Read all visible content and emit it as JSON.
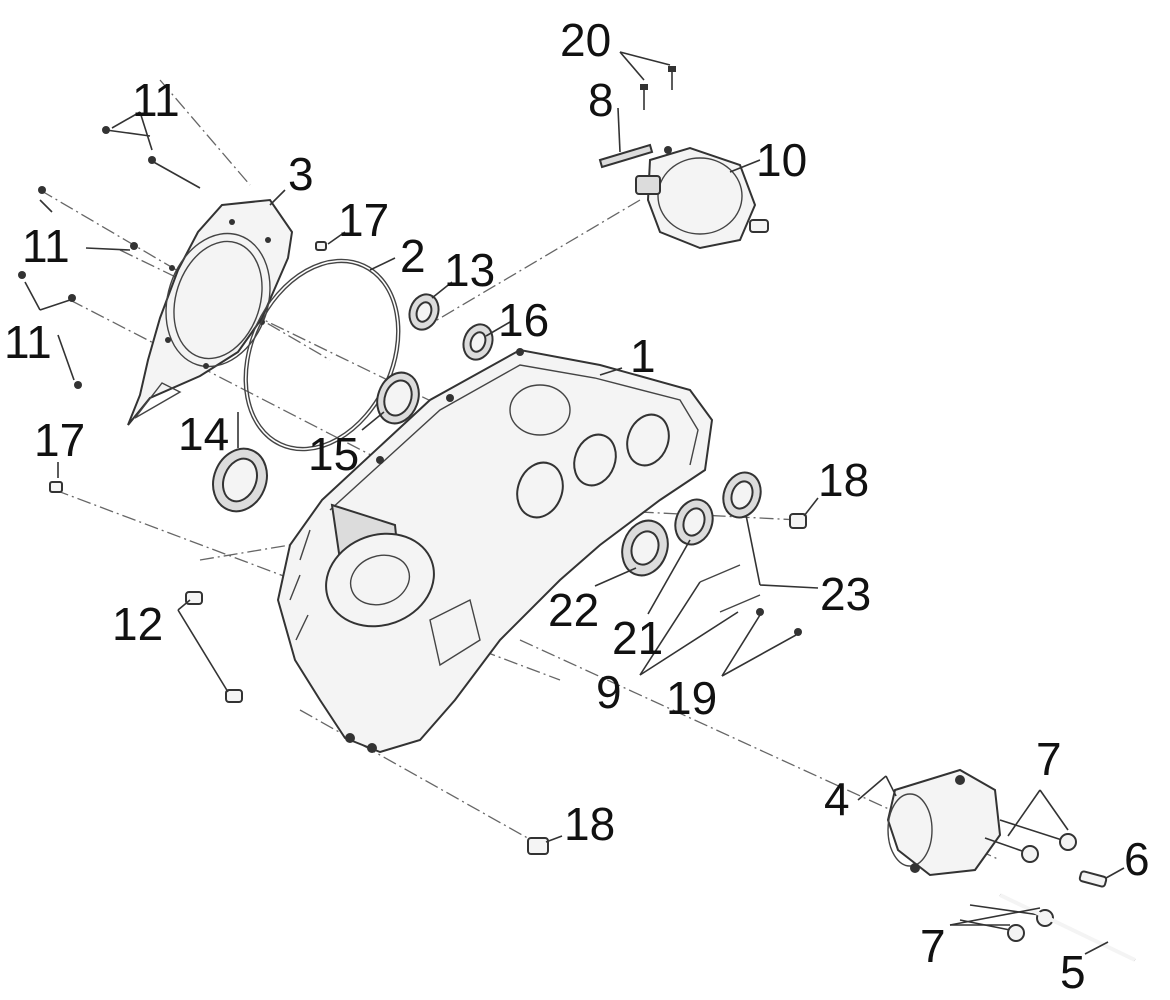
{
  "callouts": {
    "c1": "1",
    "c2": "2",
    "c3": "3",
    "c4": "4",
    "c5": "5",
    "c6": "6",
    "c7a": "7",
    "c7b": "7",
    "c8": "8",
    "c9": "9",
    "c10": "10",
    "c11a": "11",
    "c11b": "11",
    "c11c": "11",
    "c12": "12",
    "c13": "13",
    "c14": "14",
    "c15": "15",
    "c16": "16",
    "c17a": "17",
    "c17b": "17",
    "c18a": "18",
    "c18b": "18",
    "c19": "19",
    "c20": "20",
    "c21": "21",
    "c22": "22",
    "c23": "23"
  }
}
